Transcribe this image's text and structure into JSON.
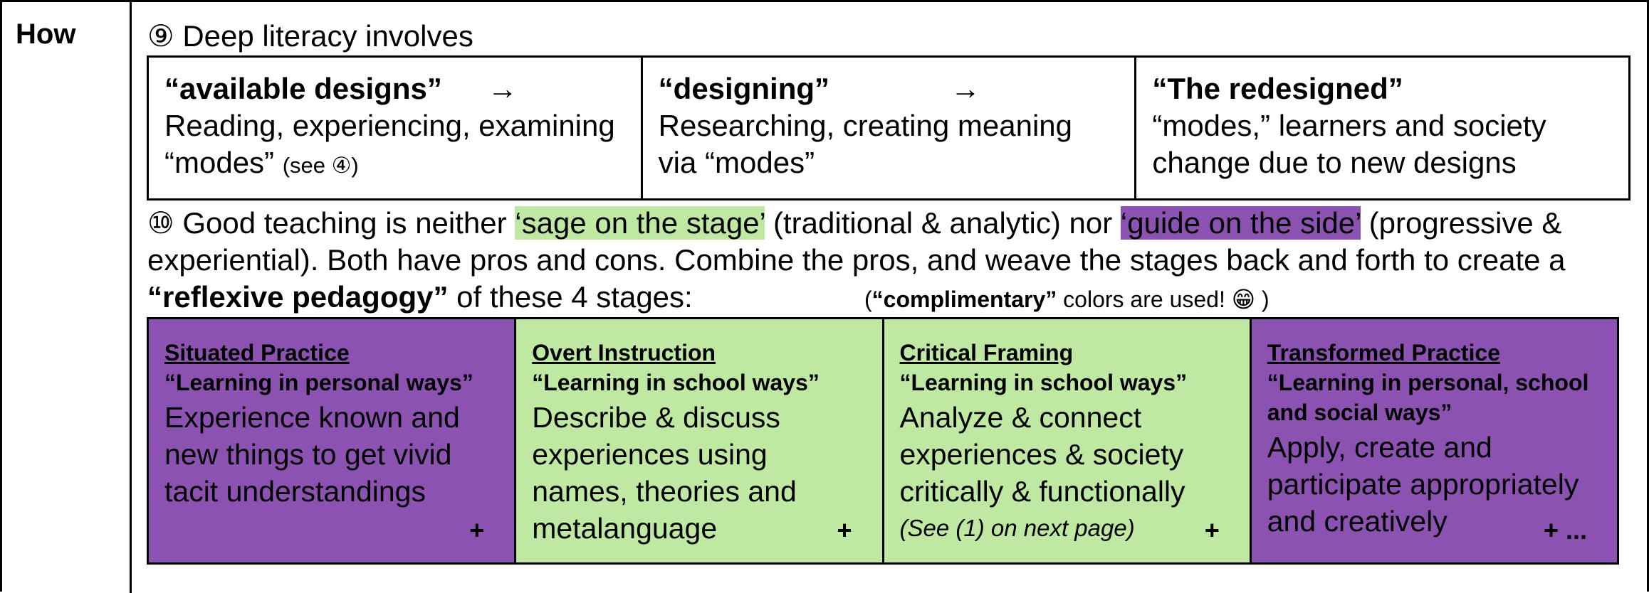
{
  "row_label": "How",
  "deep_literacy": {
    "marker": "⑨",
    "heading": "Deep literacy involves",
    "cells": [
      {
        "title": "“available designs”",
        "arrow": "→",
        "body": "Reading, experiencing, examining",
        "body2": "“modes”",
        "note": "(see ④)"
      },
      {
        "title": "“designing”",
        "arrow": "→",
        "body": "Researching, creating meaning",
        "body2": "via “modes”"
      },
      {
        "title": "“The redesigned”",
        "body": "“modes,” learners and society",
        "body2": "change due to new designs"
      }
    ]
  },
  "good_teaching": {
    "marker": "⑩",
    "t1": "Good teaching is neither ",
    "sage": "‘sage on the stage’",
    "t2": " (traditional & analytic) nor ",
    "guide": "‘guide on the side’",
    "t3": " (progressive & experiential). Both have pros and cons. Combine the pros, and weave the stages back and forth to create a ",
    "reflexive": "“reflexive pedagogy”",
    "t4": " of these 4 stages:",
    "note_open": "(",
    "note_bold": "“complimentary”",
    "note_rest": " colors are used! 😁 )"
  },
  "stages": [
    {
      "title": "Situated Practice",
      "sub": "“Learning in personal ways”",
      "body": "Experience known and new things to get vivid tacit understandings",
      "plus": "+"
    },
    {
      "title": "Overt Instruction",
      "sub": "“Learning in school ways”",
      "body": "Describe & discuss experiences using names, theories and metalanguage",
      "plus": "+"
    },
    {
      "title": "Critical Framing",
      "sub": "“Learning in school ways”",
      "body": "Analyze & connect experiences & society critically & functionally",
      "note": "(See (1) on next page)",
      "plus": "+"
    },
    {
      "title": "Transformed Practice",
      "sub": "“Learning in personal, school and social ways”",
      "body": "Apply, create and participate appropriately and creatively",
      "plus": "+ ..."
    }
  ],
  "colors": {
    "green": "#bfe9a3",
    "purple": "#8c52b2"
  }
}
